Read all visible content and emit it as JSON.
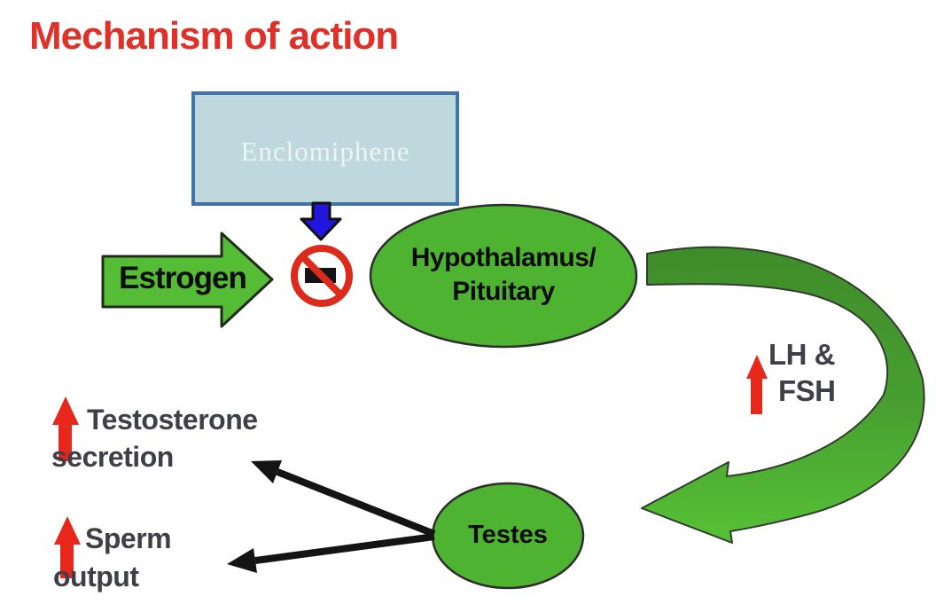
{
  "title": "Mechanism of action",
  "diagram": {
    "drug_box": {
      "label": "Enclomiphene"
    },
    "estrogen_arrow": {
      "label": "Estrogen"
    },
    "hypothalamus_node": {
      "line1": "Hypothalamus/",
      "line2": "Pituitary"
    },
    "lh_fsh_label": {
      "line1": "LH &",
      "line2": "FSH"
    },
    "testes_node": {
      "label": "Testes"
    },
    "testosterone_label": {
      "line1": "Testosterone",
      "line2": "secretion"
    },
    "sperm_label": {
      "line1": "Sperm",
      "line2": "output"
    }
  },
  "colors": {
    "title_red": "#e03128",
    "box_fill": "#bed8de",
    "box_border": "#4173a9",
    "box_text": "#ecf4f4",
    "node_green": "#4db330",
    "arrow_green": "#55bd35",
    "band_dark_green": "#3e8c2b",
    "band_mid_green": "#48a030",
    "band_light_green": "#56c235",
    "blue_arrow": "#2016e0",
    "prohibition_red": "#da2b1d",
    "up_arrow_red": "#e7261c",
    "black_arrow": "#141414",
    "side_label_text": "#3f3f47"
  }
}
